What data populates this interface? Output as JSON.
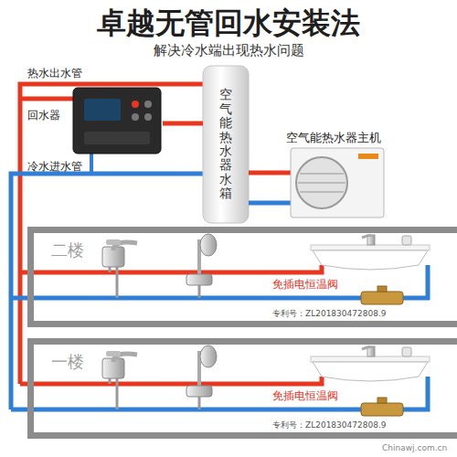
{
  "diagram": {
    "title": "卓越无管回水安装法",
    "nodes": [
      {
        "text": [
          "回水器"
        ]
      },
      {
        "text": [
          "空气能热水器水箱"
        ]
      },
      {
        "text": [
          "空气能热水器主机"
        ]
      },
      {
        "text": [
          "二楼"
        ]
      },
      {
        "text": [
          "一楼"
        ]
      }
    ],
    "edges": [
      {
        "from": 0,
        "to": 1,
        "arrow": "none"
      },
      {
        "from": 1,
        "to": 2,
        "arrow": "none"
      }
    ],
    "labels": [
      "解决冷水端出现热水问题",
      "热水出水管",
      "冷水进水管",
      "免插电恒温阀",
      "专利号：ZL201830472808.9",
      "免插电恒温阀",
      "专利号：ZL201830472808.9",
      "Chinawj.com.cn"
    ]
  }
}
